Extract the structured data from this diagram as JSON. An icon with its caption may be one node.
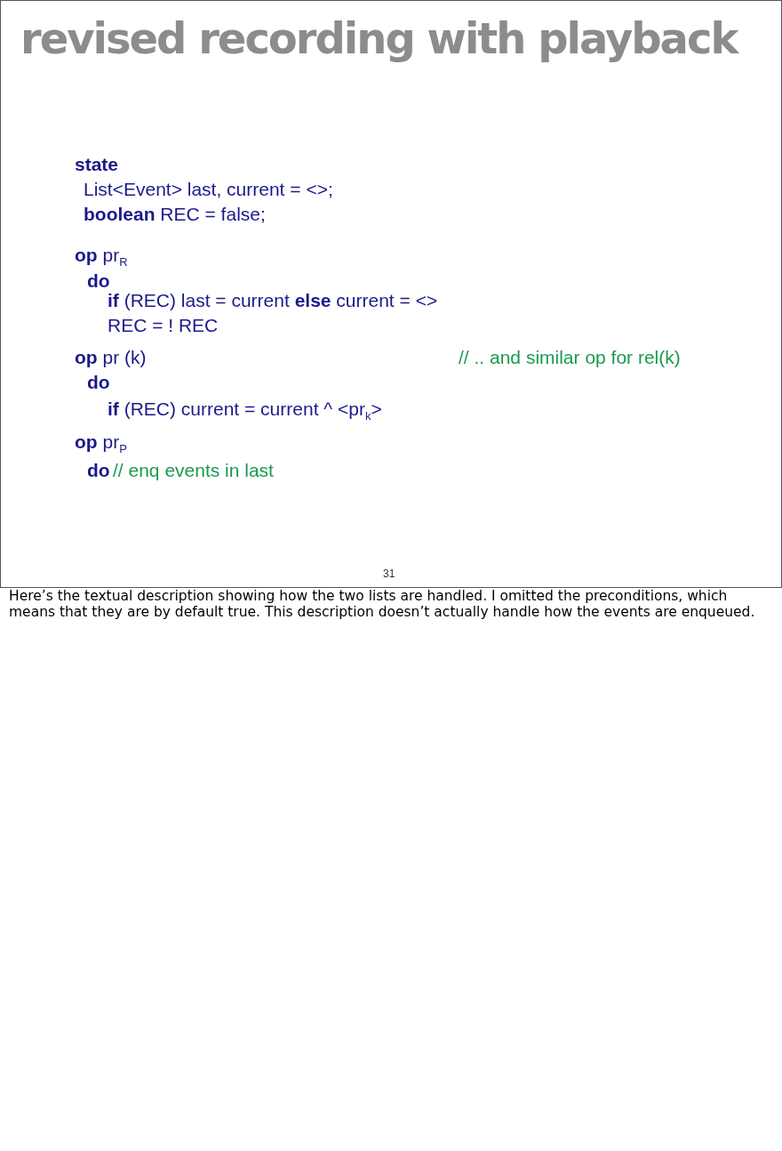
{
  "diagram": {
    "title": "revised recording with playback",
    "caption": "Here’s the textual description showing how the two lists are handled. I omitted the preconditions, which means that they are by default true. This description doesn’t actually handle how the events are enqueued.",
    "labels": [
      "state",
      "List<Event> last, current = <>;",
      "**boolean** REC = false;",
      "**op** pr$_{R}$",
      "do",
      "**if** (REC) last = current **else** current = <>",
      "REC = ! REC",
      "**op** pr (k)",
      "// .. and similar op for rel(k)",
      "do",
      "**if** (REC) current = current ^ <pr$_{k}$>",
      "**op** pr$_{P}$",
      "do",
      "// enq events in last",
      "31"
    ]
  }
}
